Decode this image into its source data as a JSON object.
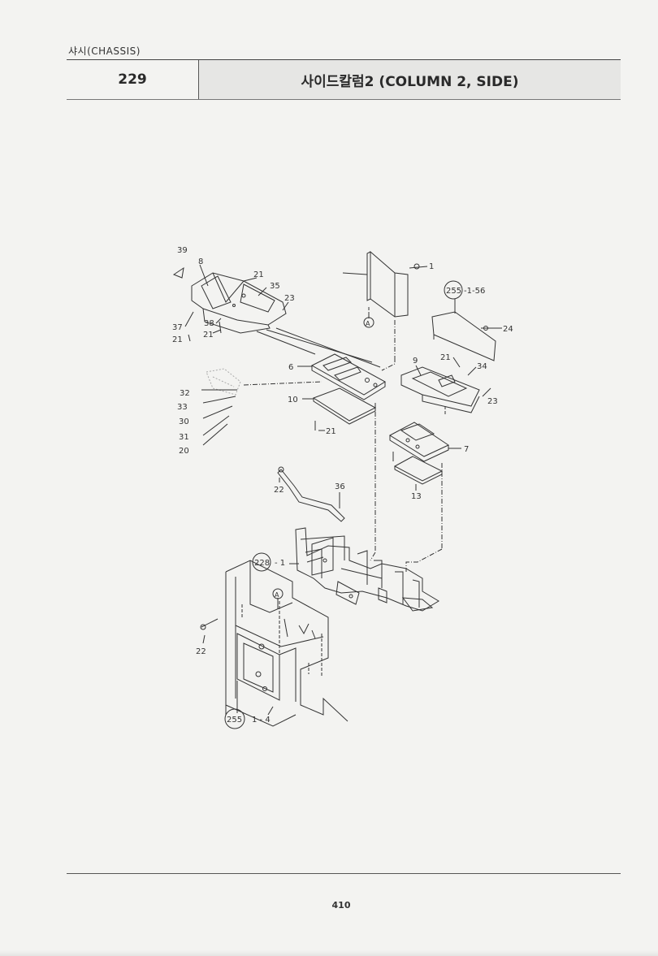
{
  "header": {
    "section": "샤시(CHASSIS)",
    "number": "229",
    "title": "사이드칼럼2 (COLUMN 2, SIDE)"
  },
  "callouts": {
    "c39": "39",
    "c8": "8",
    "c21a": "21",
    "c35": "35",
    "c23a": "23",
    "c37": "37",
    "c38": "38",
    "c21b": "21",
    "c21c": "21",
    "c6": "6",
    "c10": "10",
    "c21d": "21",
    "c32": "32",
    "c33": "33",
    "c30": "30",
    "c31": "31",
    "c20": "20",
    "c1": "1",
    "c255a": "255",
    "c255a_suffix": "-1-56",
    "c24": "24",
    "c9": "9",
    "c21e": "21",
    "c34": "34",
    "c23b": "23",
    "c7": "7",
    "c13": "13",
    "c22a": "22",
    "c36": "36",
    "c228": "228",
    "c228_suffix": "- 1",
    "c22b": "22",
    "c255b": "255",
    "c255b_suffix": "1 - 4",
    "markA": "A"
  },
  "footer": {
    "page_number": "410"
  }
}
